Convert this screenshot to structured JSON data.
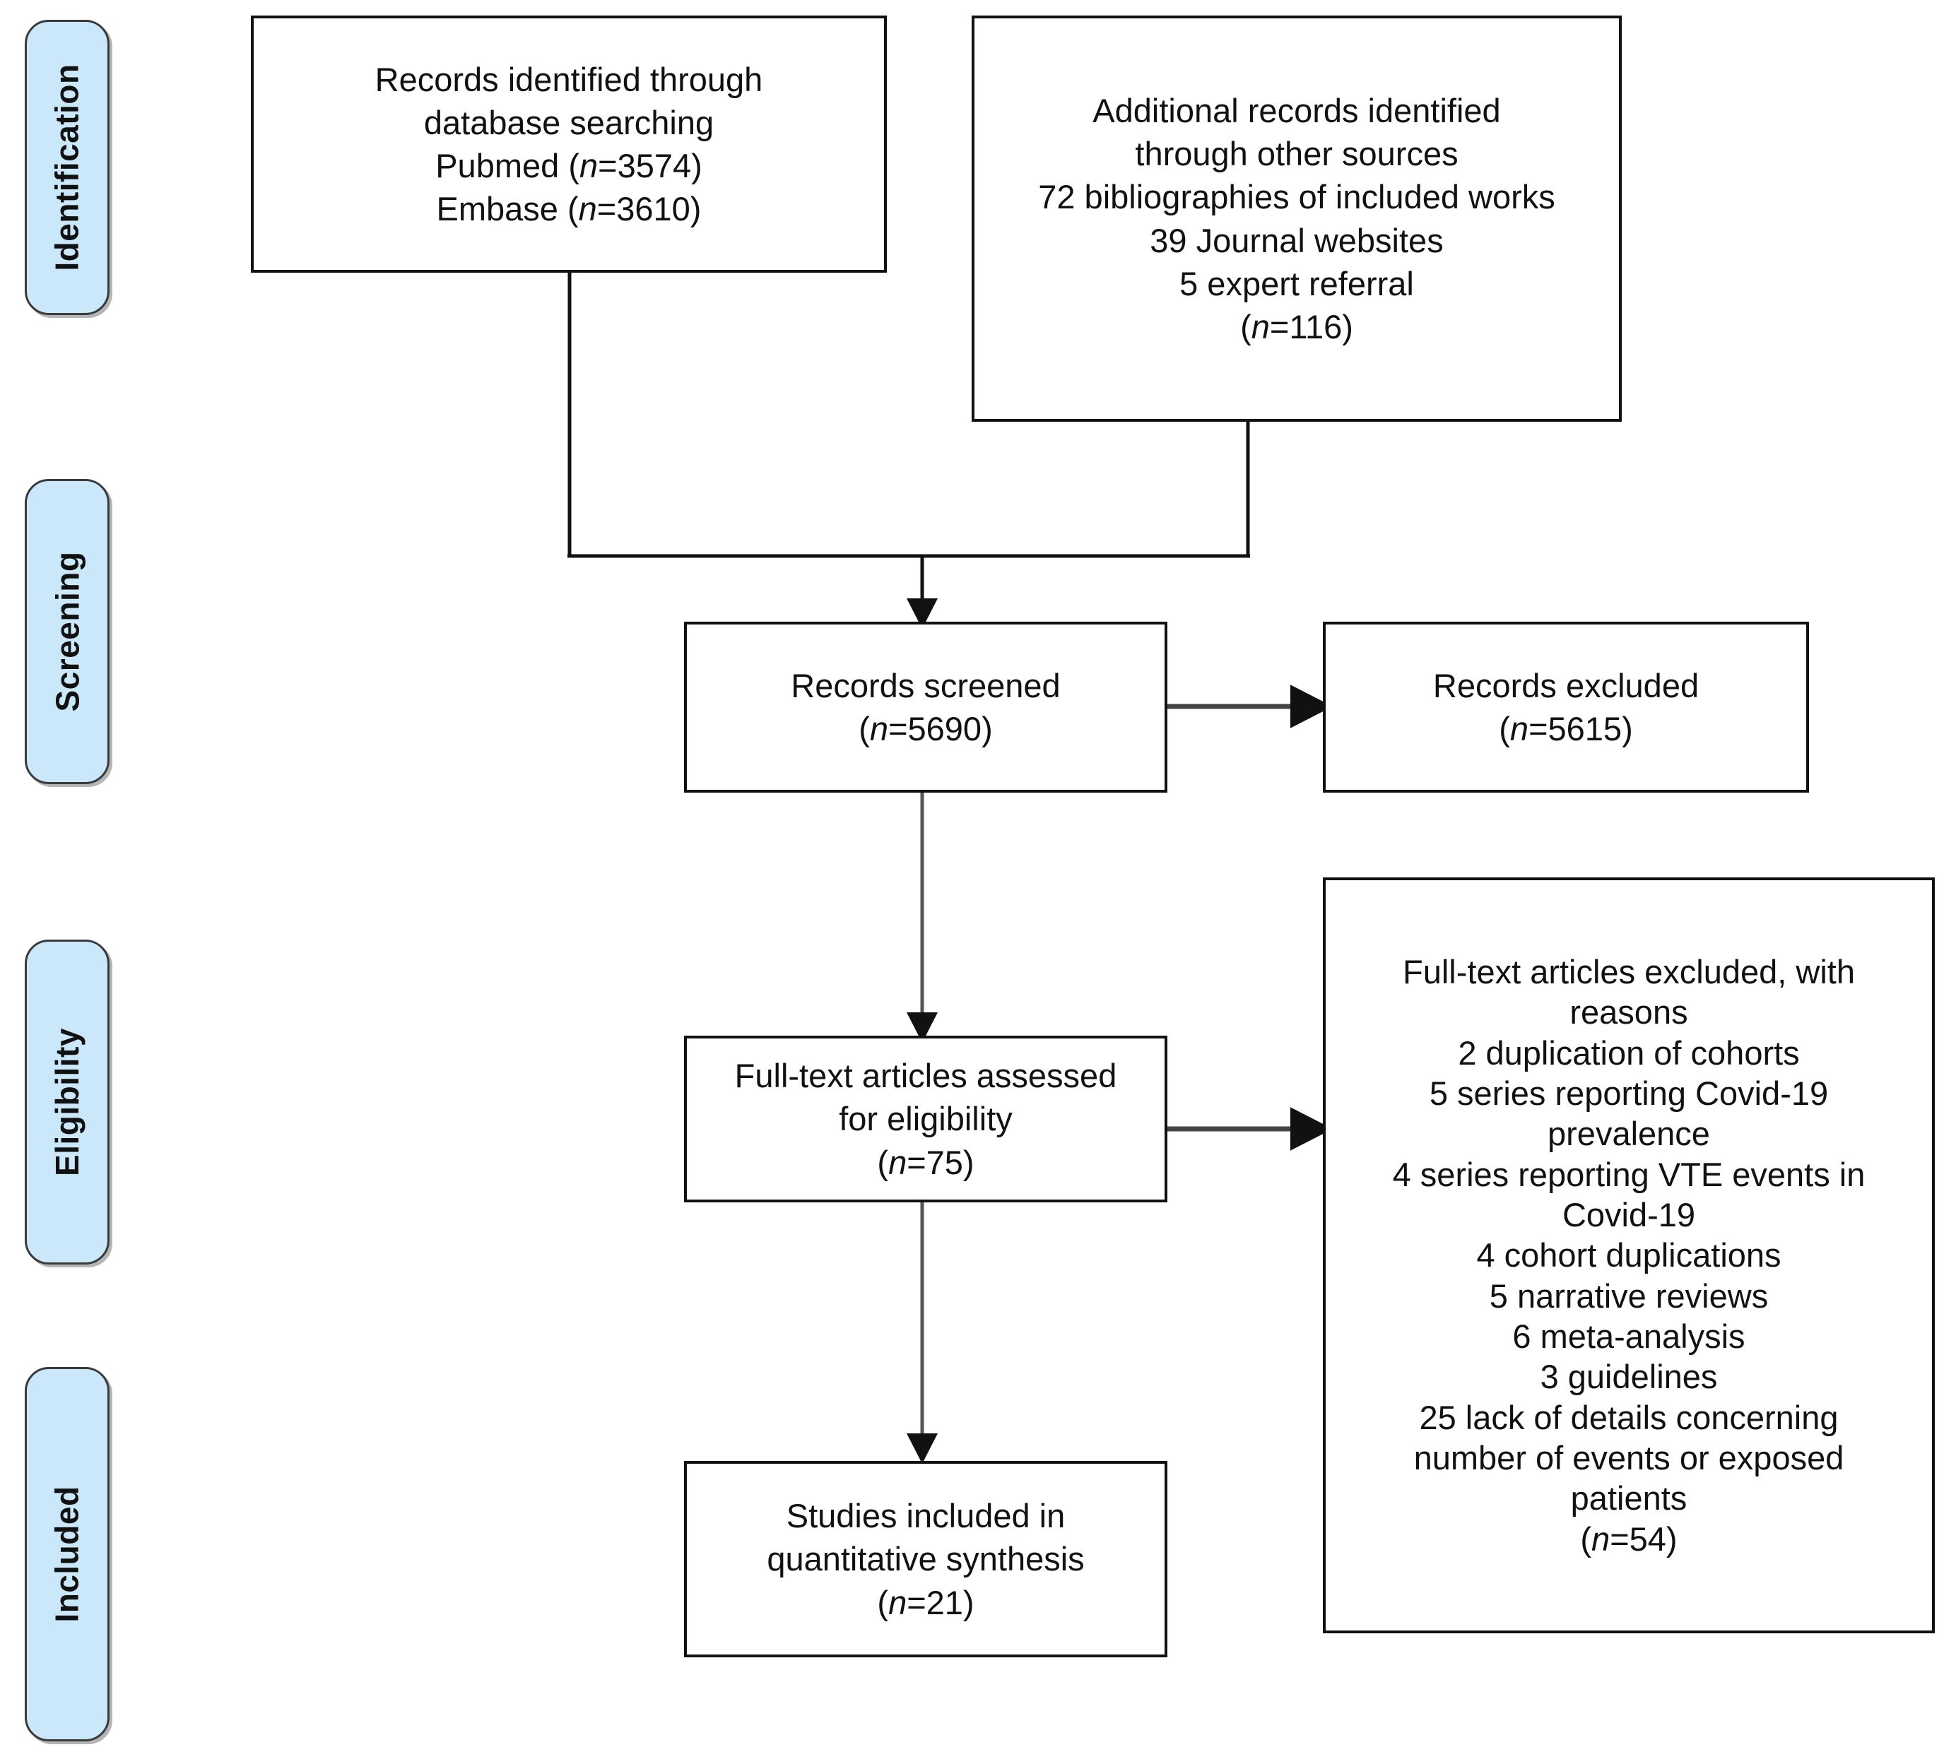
{
  "diagram": {
    "type": "prisma-flow-diagram",
    "title": "PRISMA study selection flow diagram",
    "accent_color": "#cbe8fb",
    "stroke_color": "#111111"
  },
  "stages": [
    {
      "id": "identification",
      "label": "Identification"
    },
    {
      "id": "screening",
      "label": "Screening"
    },
    {
      "id": "eligibility",
      "label": "Eligibility"
    },
    {
      "id": "included",
      "label": "Included"
    }
  ],
  "boxes": {
    "records_database": {
      "id": "records-identified-database",
      "lines": [
        "Records identified through",
        "database searching",
        "Pubmed (n=3574)",
        "Embase (n=3610)"
      ]
    },
    "records_other": {
      "id": "additional-records-other-sources",
      "lines": [
        "Additional records identified",
        "through other sources",
        "72 bibliographies of included works",
        "39 Journal websites",
        "5 expert referral",
        "(n=116)"
      ]
    },
    "records_screened": {
      "id": "records-screened",
      "lines": [
        "Records screened",
        "(n=5690)"
      ]
    },
    "records_excluded": {
      "id": "records-excluded",
      "lines": [
        "Records excluded",
        "(n=5615)"
      ]
    },
    "fulltext_assessed": {
      "id": "full-text-articles-assessed",
      "lines": [
        "Full-text articles assessed",
        "for eligibility",
        "(n=75)"
      ]
    },
    "fulltext_excluded": {
      "id": "full-text-articles-excluded-with-reasons",
      "lines": [
        "Full-text articles excluded, with",
        "reasons",
        "2 duplication of cohorts",
        "5 series reporting Covid-19",
        "prevalence",
        "4 series reporting VTE events in",
        "Covid-19",
        "4 cohort duplications",
        "5 narrative reviews",
        "6 meta-analysis",
        "3 guidelines",
        "25 lack of details concerning",
        "number of events or exposed",
        "patients",
        "(n=54)"
      ]
    },
    "studies_included": {
      "id": "studies-included-quantitative-synthesis",
      "lines": [
        "Studies included in",
        "quantitative synthesis",
        "(n=21)"
      ]
    }
  },
  "counts": {
    "pubmed": 3574,
    "embase": 3610,
    "other_sources_total": 116,
    "bibliographies": 72,
    "journal_websites": 39,
    "expert_referral": 5,
    "records_screened": 5690,
    "records_excluded": 5615,
    "fulltext_assessed": 75,
    "fulltext_excluded": 54,
    "studies_included": 21,
    "exclusion_reasons": [
      {
        "label": "duplication of cohorts",
        "n": 2
      },
      {
        "label": "series reporting Covid-19 prevalence",
        "n": 5
      },
      {
        "label": "series reporting VTE events in Covid-19",
        "n": 4
      },
      {
        "label": "cohort duplications",
        "n": 4
      },
      {
        "label": "narrative reviews",
        "n": 5
      },
      {
        "label": "meta-analysis",
        "n": 6
      },
      {
        "label": "guidelines",
        "n": 3
      },
      {
        "label": "lack of details concerning number of events or exposed patients",
        "n": 25
      }
    ]
  }
}
